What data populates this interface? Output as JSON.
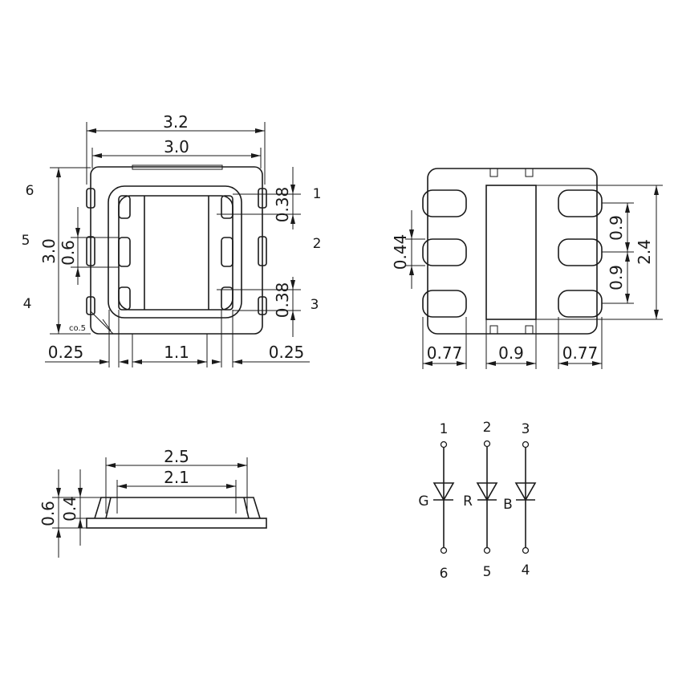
{
  "top_view": {
    "width_outer": "3.2",
    "width_inner": "3.0",
    "height": "3.0",
    "pad_height": "0.6",
    "pad_pitch_top": "0.38",
    "pad_pitch_bottom": "0.38",
    "chamfer": "co.5",
    "margin_left": "0.25",
    "center_width": "1.1",
    "margin_right": "0.25",
    "pin_labels": [
      "1",
      "2",
      "3",
      "4",
      "5",
      "6"
    ]
  },
  "bottom_view": {
    "pad_height": "0.44",
    "pitch_upper": "0.9",
    "pitch_lower": "0.9",
    "total_height": "2.4",
    "pad_width_left": "0.77",
    "center_width": "0.9",
    "pad_width_right": "0.77"
  },
  "side_view": {
    "top_length": "2.5",
    "inner_length": "2.1",
    "total_height": "0.6",
    "body_height": "0.4"
  },
  "schematic": {
    "pins_top": [
      "1",
      "2",
      "3"
    ],
    "pins_bottom": [
      "6",
      "5",
      "4"
    ],
    "diode_labels": [
      "G",
      "R",
      "B"
    ]
  }
}
